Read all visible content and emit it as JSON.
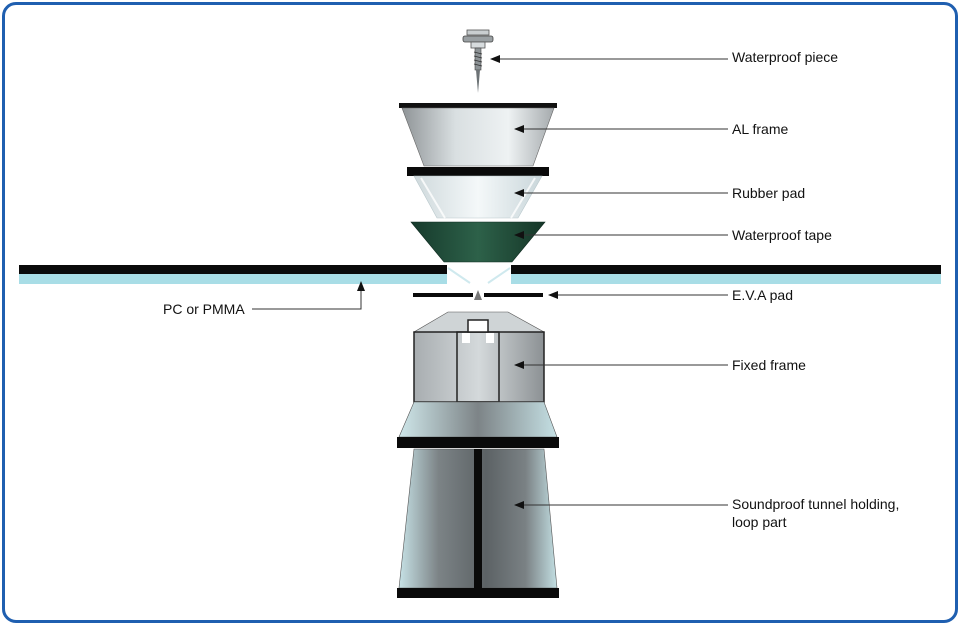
{
  "labels": {
    "waterproof_piece": "Waterproof piece",
    "al_frame": "AL frame",
    "rubber_pad": "Rubber pad",
    "waterproof_tape": "Waterproof tape",
    "pc_or_pmma": "PC or PMMA",
    "eva_pad": "E.V.A pad",
    "fixed_frame": "Fixed frame",
    "soundproof_tunnel": "Soundproof tunnel holding,\nloop part"
  },
  "colors": {
    "border": "#1f5fb0",
    "panel_black": "#0a0a0a",
    "panel_cyan": "#a8dde6",
    "tape_green": "#1f4a3a",
    "metal_light": "#e4ecef",
    "metal_dark": "#5f6467"
  }
}
